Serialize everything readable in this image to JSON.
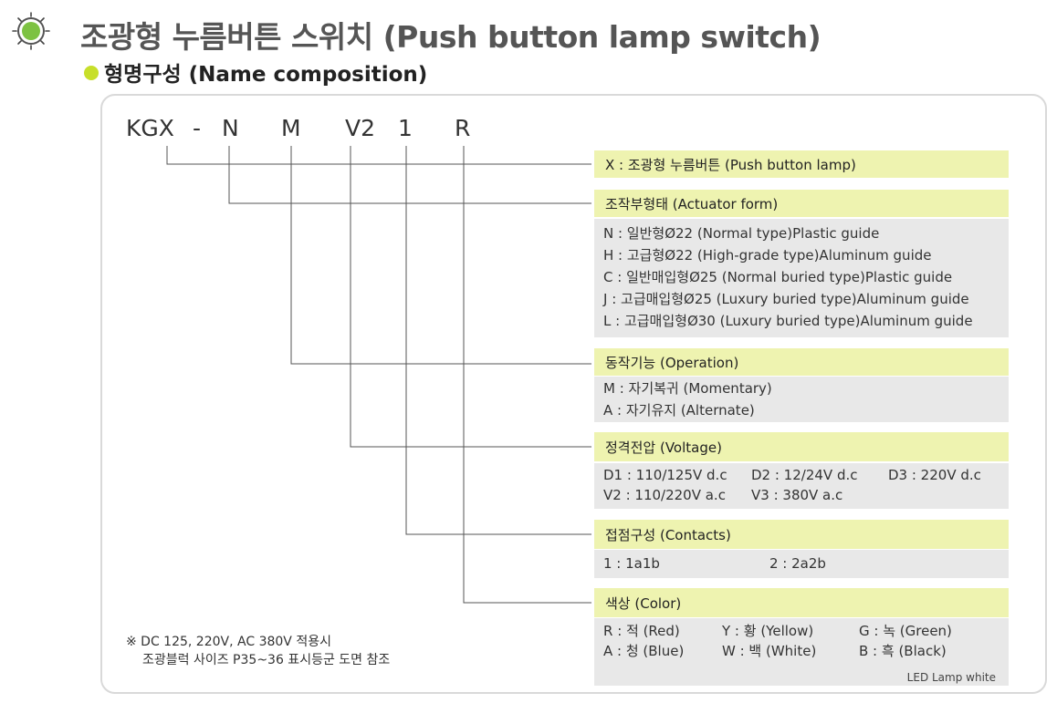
{
  "header": {
    "title": "조광형 누름버튼 스위치 (Push button lamp switch)",
    "subtitle": "형명구성 (Name composition)",
    "logo_icon": "green-lamp-icon",
    "accent_color": "#c7df2a"
  },
  "code": [
    "KGX",
    "-",
    "N",
    "M",
    "V2",
    "1",
    "R"
  ],
  "sections": {
    "type": {
      "header": "X : 조광형 누름버튼 (Push button lamp)"
    },
    "actuator": {
      "header": "조작부형태 (Actuator form)",
      "lines": [
        "N : 일반형Ø22 (Normal type)Plastic guide",
        "H : 고급형Ø22 (High-grade type)Aluminum guide",
        "C : 일반매입형Ø25 (Normal buried type)Plastic guide",
        "J : 고급매입형Ø25 (Luxury buried type)Aluminum guide",
        "L : 고급매입형Ø30 (Luxury buried type)Aluminum guide"
      ]
    },
    "operation": {
      "header": "동작기능 (Operation)",
      "lines": [
        "M : 자기복귀 (Momentary)",
        "A : 자기유지 (Alternate)"
      ]
    },
    "voltage": {
      "header": "정격전압 (Voltage)",
      "row1": [
        "D1 : 110/125V d.c",
        "D2 : 12/24V d.c",
        "D3 : 220V d.c"
      ],
      "row2": [
        "V2 : 110/220V a.c",
        "V3 : 380V a.c"
      ]
    },
    "contacts": {
      "header": "접점구성 (Contacts)",
      "row": [
        "1 : 1a1b",
        "2 : 2a2b"
      ]
    },
    "color": {
      "header": "색상 (Color)",
      "row1": [
        "R : 적 (Red)",
        "Y : 황 (Yellow)",
        "G : 녹 (Green)"
      ],
      "row2": [
        "A : 청 (Blue)",
        "W : 백 (White)",
        "B : 흑 (Black)"
      ],
      "note": "LED Lamp white"
    }
  },
  "footnote": {
    "line1": "※ DC 125, 220V, AC 380V 적용시",
    "line2": "조광블럭 사이즈 P35~36 표시등군 도면 참조"
  },
  "colors": {
    "header_bg": "#eef3b0",
    "body_bg": "#e8e8e8",
    "frame_border": "#d9d9d9"
  }
}
